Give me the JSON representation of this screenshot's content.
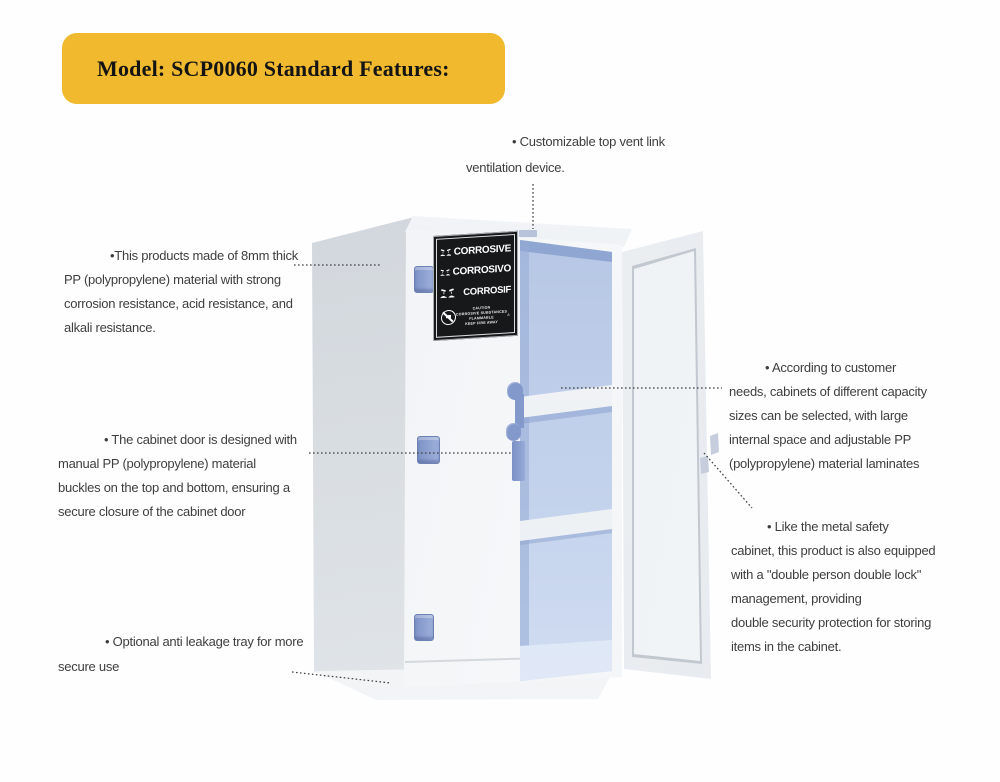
{
  "banner": {
    "label": "Model: SCP0060 Standard Features:",
    "bg_color": "#F1BA2E"
  },
  "callouts": {
    "top_vent": {
      "lines": [
        "• Customizable top vent link",
        "ventilation device."
      ]
    },
    "material": {
      "lines": [
        "•This products made of 8mm thick",
        "PP (polypropylene) material with strong",
        "corrosion resistance, acid resistance, and",
        "alkali resistance."
      ]
    },
    "door_buckles": {
      "lines": [
        "• The cabinet door is designed with",
        "manual PP (polypropylene) material",
        "buckles on the top and bottom, ensuring a",
        "secure closure of the cabinet door"
      ]
    },
    "leak_tray": {
      "lines": [
        "• Optional anti leakage tray for more",
        "secure use"
      ]
    },
    "capacity": {
      "lines": [
        "• According to customer",
        "needs, cabinets of different capacity",
        "sizes can be selected, with large",
        "internal space and adjustable PP",
        "(polypropylene) material laminates"
      ]
    },
    "double_lock": {
      "lines": [
        "• Like the metal safety",
        "cabinet, this product is also equipped",
        "with a \"double person double lock\"",
        "management, providing",
        "double security protection for storing",
        "items in the cabinet."
      ]
    }
  },
  "hazard_label": {
    "languages": [
      "CORROSIVE",
      "CORROSIVO",
      "CORROSIF"
    ],
    "caution": [
      "CAUTION",
      "CORROSIVE SUBSTANCES",
      "FLAMMABLE",
      "KEEP FIRE AWAY"
    ]
  },
  "colors": {
    "banner_yellow": "#F1BA2E",
    "cabinet_body": "#EFF2F5",
    "cabinet_side": "#D3D8DE",
    "interior_blue": "#B6C7E5",
    "fitting_blue": "#8399CC",
    "label_black": "#17181A",
    "text_gray": "#3E3E3E"
  }
}
